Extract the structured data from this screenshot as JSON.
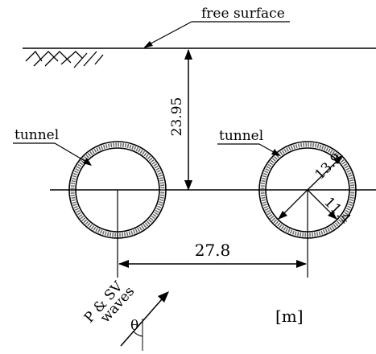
{
  "labels": {
    "free_surface": "free surface",
    "tunnel_left": "tunnel",
    "tunnel_right": "tunnel",
    "depth": "23.95",
    "spacing": "27.8",
    "outer_diameter": "13.9",
    "inner_diameter": "11.4",
    "waves": "P & SV",
    "waves_sub": "waves",
    "angle": "θ",
    "units": "[m]"
  },
  "colors": {
    "ink": "#000000",
    "background": "#ffffff"
  }
}
